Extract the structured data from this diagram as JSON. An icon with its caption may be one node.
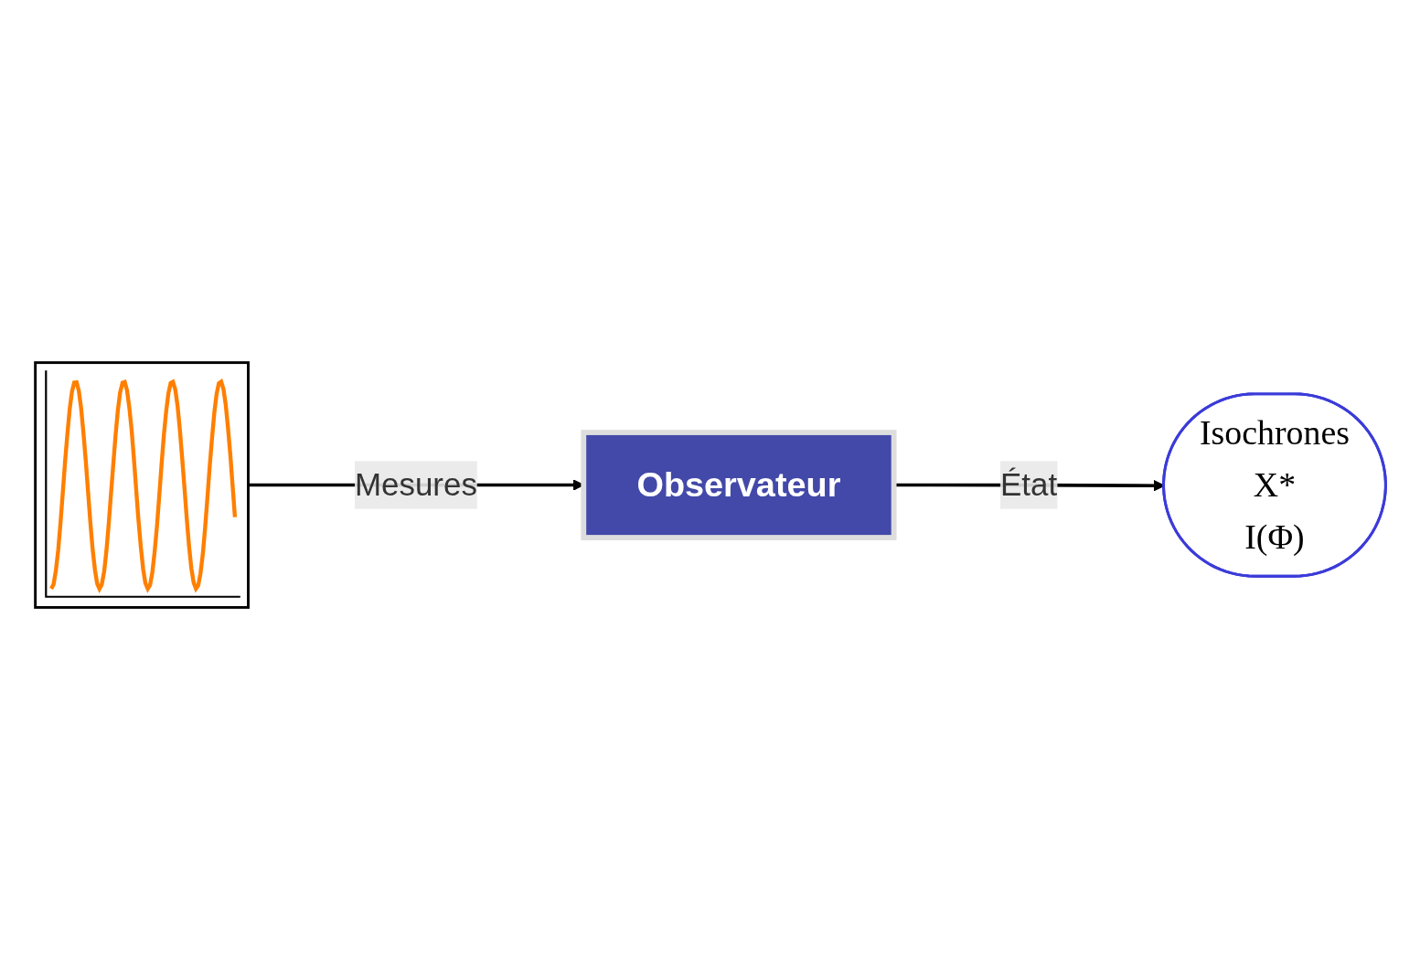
{
  "diagram": {
    "nodes": [
      {
        "text": [],
        "shape": "picture"
      },
      {
        "text": [
          "Observateur"
        ]
      },
      {
        "text": [
          "Isochrones",
          "X*",
          "I(Φ)"
        ]
      }
    ],
    "edges": [
      {
        "from": 0,
        "to": 1,
        "arrow": "to",
        "label": "Mesures"
      },
      {
        "from": 1,
        "to": 2,
        "arrow": "to",
        "label": "État"
      }
    ]
  }
}
